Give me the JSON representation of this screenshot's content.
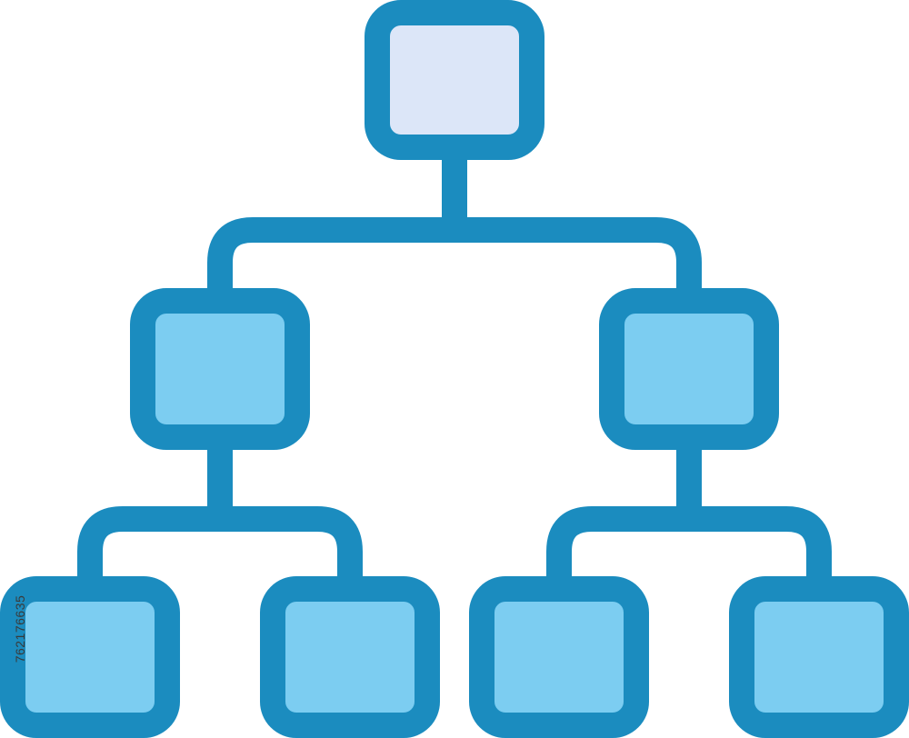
{
  "diagram": {
    "type": "hierarchy",
    "colors": {
      "stroke": "#1b8cbf",
      "root_fill": "#dce6f8",
      "node_fill": "#7ccdf1",
      "background": "#ffffff"
    },
    "nodes": [
      {
        "id": "root",
        "level": 0,
        "parent": null,
        "label": ""
      },
      {
        "id": "left-child",
        "level": 1,
        "parent": "root",
        "label": ""
      },
      {
        "id": "right-child",
        "level": 1,
        "parent": "root",
        "label": ""
      },
      {
        "id": "leaf-1",
        "level": 2,
        "parent": "left-child",
        "label": ""
      },
      {
        "id": "leaf-2",
        "level": 2,
        "parent": "left-child",
        "label": ""
      },
      {
        "id": "leaf-3",
        "level": 2,
        "parent": "right-child",
        "label": ""
      },
      {
        "id": "leaf-4",
        "level": 2,
        "parent": "right-child",
        "label": ""
      }
    ]
  },
  "watermark": {
    "stock_id": "762176635"
  }
}
